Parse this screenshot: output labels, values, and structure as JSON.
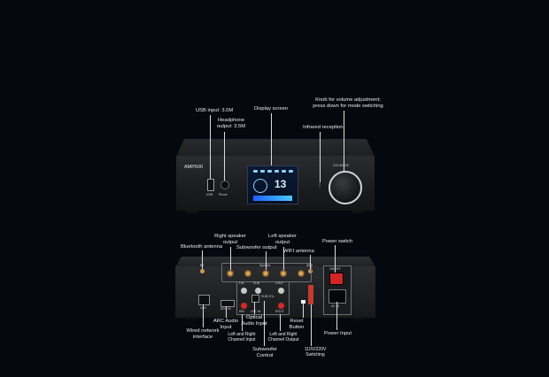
{
  "front_labels": {
    "usb_input": "USB input: 3.5M",
    "headphone_output": "Headphone output: 3.5M",
    "display_screen": "Display screen",
    "infrared_reception": "Infrared reception",
    "knob": "Knob for volume adjustment; press down for mode switching"
  },
  "front_panel": {
    "model": "AMP600",
    "usb_label": "USB",
    "phone_label": "Phone",
    "volmode_label": "VOL/MODE",
    "screen_value": "13"
  },
  "rear_labels": {
    "bluetooth_antenna": "Bluetooth antenna",
    "right_speaker_output": "Right speaker output",
    "subwoofer_output": "Subwoofer output",
    "left_speaker_output": "Left speaker output",
    "wifi_antenna": "WIFI antenna",
    "power_switch": "Power switch",
    "wired_network": "Wired network interface",
    "arc_audio_input": "ARC Audio Input",
    "optical_audio_input": "Optical Audio Input",
    "left_right_channel_input": "Left and Right Channel Input",
    "subwoofer_control": "Subwoofer Control",
    "left_right_channel_output": "Left and Right Channel Output",
    "reset_button": "Reset Button",
    "voltage_switching": "110V/220V Switching",
    "power_input": "Power Input"
  },
  "rear_panel": {
    "bt": "BT",
    "wifi": "WIFI",
    "speaker": "Speaker",
    "lan": "LAN",
    "arc_in": "ARC IN",
    "lin": "LIN",
    "sub": "SUB",
    "lout": "LOUT",
    "rin": "RIN",
    "opt_in": "OPT IN",
    "sub_vol": "SUB VOL",
    "rout": "ROUT",
    "onoff": "ON/OFF",
    "acin": "AC IN"
  }
}
